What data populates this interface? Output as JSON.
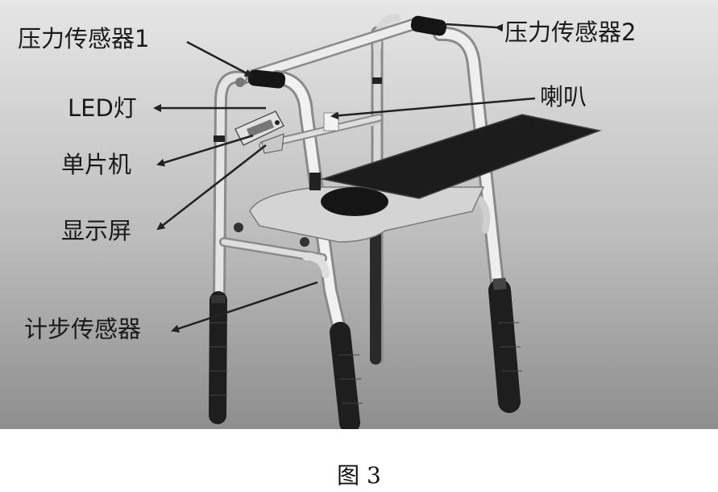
{
  "labels": {
    "pressure_sensor_1": "压力传感器1",
    "pressure_sensor_2": "压力传感器2",
    "led_light": "LED灯",
    "speaker": "喇叭",
    "microcontroller": "单片机",
    "display_screen": "显示屏",
    "step_sensor": "计步传感器"
  },
  "caption": "图 3",
  "colors": {
    "background_top": "#e6e6e6",
    "background_bottom": "#8e8e8e",
    "frame": "#dcdcdc",
    "grip": "#151515",
    "panel": "#1c1c1c",
    "tray": "#d4d4d4",
    "text": "#1a1a1a"
  }
}
